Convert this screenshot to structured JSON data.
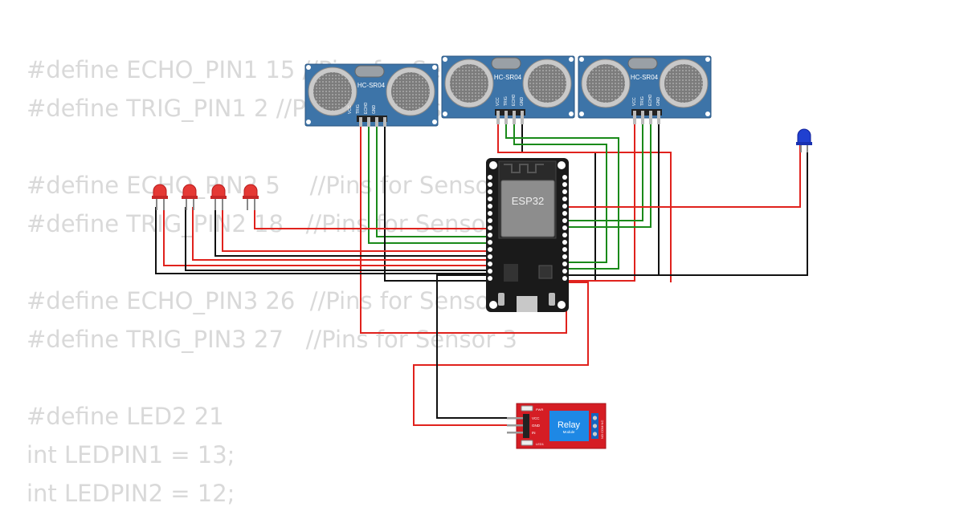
{
  "code_lines": [
    "#define ECHO_PIN1 15 //Pins for Sensor 1",
    "#define TRIG_PIN1 2 //Pins for Sensor 1",
    "",
    "#define ECHO_PIN2 5    //Pins for Sensor 2",
    "#define TRIG_PIN2 18   //Pins for Sensor 2",
    "",
    "#define ECHO_PIN3 26  //Pins for Sensor 3",
    "#define TRIG_PIN3 27   //Pins for Sensor 3",
    "",
    "#define LED2 21",
    "int LEDPIN1 = 13;",
    "int LEDPIN2 = 12;"
  ],
  "sensors": [
    {
      "model": "HC-SR04",
      "pins": [
        "VCC",
        "TRIG",
        "ECHO",
        "GND"
      ]
    },
    {
      "model": "HC-SR04",
      "pins": [
        "VCC",
        "TRIG",
        "ECHO",
        "GND"
      ]
    },
    {
      "model": "HC-SR04",
      "pins": [
        "VCC",
        "TRIG",
        "ECHO",
        "GND"
      ]
    }
  ],
  "esp32": {
    "label": "ESP32"
  },
  "relay": {
    "title": "Relay",
    "subtitle": "Module",
    "left_pins": [
      "VCC",
      "GND",
      "IN"
    ],
    "top_label": "PWR",
    "bottom_label": "LED1",
    "side_label": "NO COM NC"
  },
  "colors": {
    "wire_red": "#e0221d",
    "wire_green": "#1a8a1a",
    "wire_black": "#111111",
    "board": "#1a1a1a",
    "sensor": "#3d74a8",
    "relay": "#d51d24",
    "led_red": "#e53935",
    "led_blue": "#2040d0"
  }
}
